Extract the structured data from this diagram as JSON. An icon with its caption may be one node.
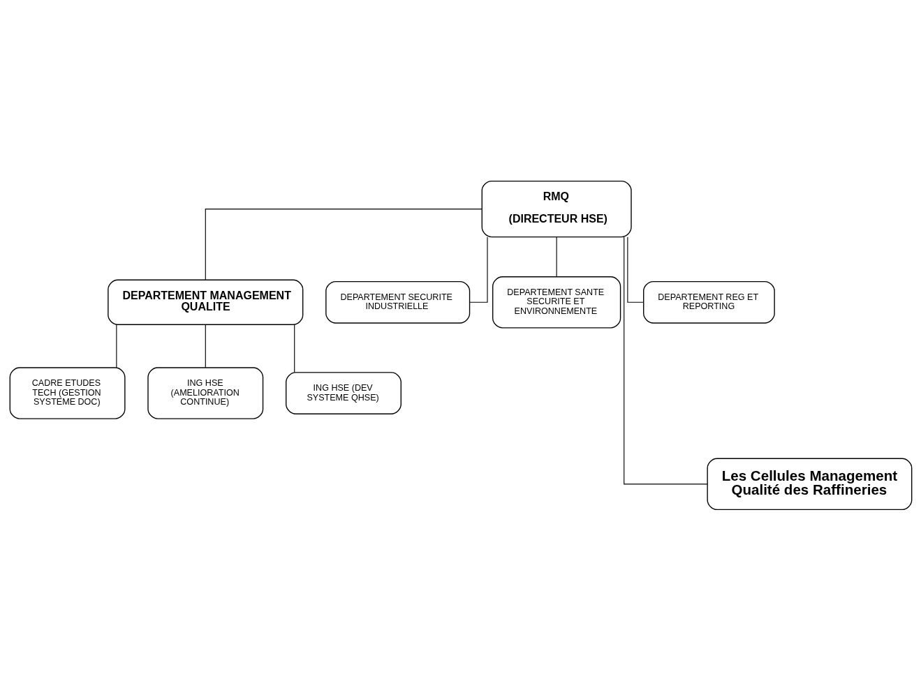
{
  "diagram": {
    "nodes": [
      {
        "text": [
          "RMQ",
          "(DIRECTEUR HSE)"
        ]
      },
      {
        "text": [
          "DEPARTEMENT MANAGEMENT QUALITE"
        ]
      },
      {
        "text": [
          "DEPARTEMENT SECURITE INDUSTRIELLE"
        ]
      },
      {
        "text": [
          "DEPARTEMENT SANTE SECURITE ET ENVIRONNEMENTE"
        ]
      },
      {
        "text": [
          "DEPARTEMENT REG ET REPORTING"
        ]
      },
      {
        "text": [
          "CADRE ETUDES TECH (GESTION SYSTEME DOC)"
        ]
      },
      {
        "text": [
          "ING HSE (AMELIORATION CONTINUE)"
        ]
      },
      {
        "text": [
          "ING HSE (DEV SYSTEME QHSE)"
        ]
      },
      {
        "text": [
          "Les Cellules Management Qualité des Raffineries"
        ]
      }
    ],
    "edges": [
      {
        "from": 0,
        "to": 1,
        "arrow": "none"
      },
      {
        "from": 0,
        "to": 2,
        "arrow": "none"
      },
      {
        "from": 0,
        "to": 3,
        "arrow": "none"
      },
      {
        "from": 0,
        "to": 4,
        "arrow": "none"
      },
      {
        "from": 0,
        "to": 8,
        "arrow": "none"
      },
      {
        "from": 1,
        "to": 5,
        "arrow": "none"
      },
      {
        "from": 1,
        "to": 6,
        "arrow": "none"
      },
      {
        "from": 1,
        "to": 7,
        "arrow": "none"
      }
    ]
  }
}
